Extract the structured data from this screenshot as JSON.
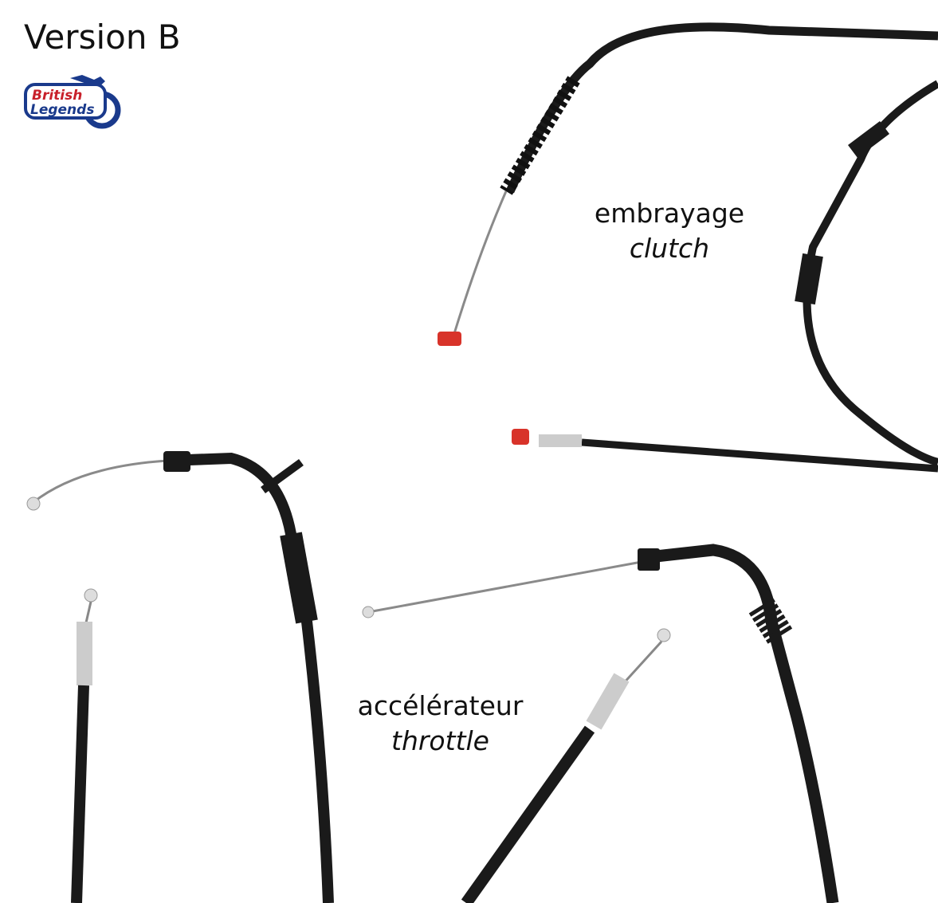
{
  "title": "Version B",
  "logo": {
    "line1": "British",
    "line2": "Legends"
  },
  "labels": {
    "clutch": {
      "fr": "embrayage",
      "en": "clutch"
    },
    "throttle": {
      "fr": "accélérateur",
      "en": "throttle"
    }
  },
  "colors": {
    "cable": "#1a1a1a",
    "wire": "#8a8a8a",
    "clutch_end": "#d8332a",
    "logo_blue": "#1a3a8c",
    "logo_red": "#c8202a"
  }
}
